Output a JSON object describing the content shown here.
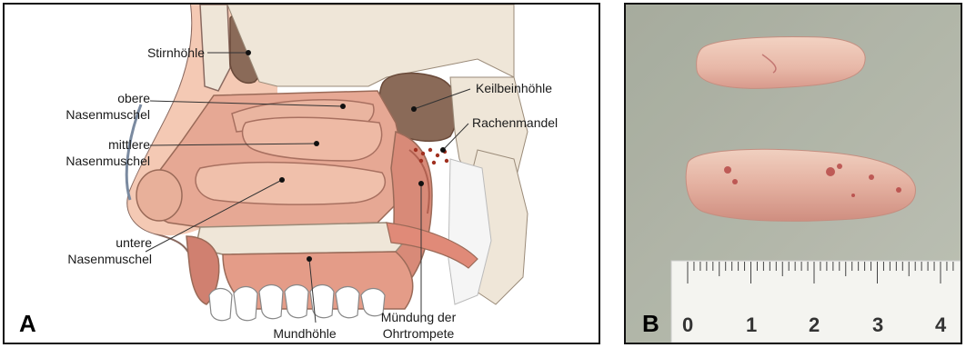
{
  "panel_a": {
    "letter": "A",
    "labels": {
      "stirnhoehle": "Stirnhöhle",
      "obere_1": "obere",
      "obere_2": "Nasenmuschel",
      "mittlere_1": "mittlere",
      "mittlere_2": "Nasenmuschel",
      "untere_1": "untere",
      "untere_2": "Nasenmuschel",
      "keilbeinhoehle": "Keilbeinhöhle",
      "rachenmandel": "Rachenmandel",
      "mundhoehle": "Mundhöhle",
      "muendung_1": "Mündung der",
      "muendung_2": "Ohrtrompete"
    }
  },
  "panel_b": {
    "letter": "B",
    "ruler_numbers": [
      "0",
      "1",
      "2",
      "3",
      "4"
    ]
  }
}
